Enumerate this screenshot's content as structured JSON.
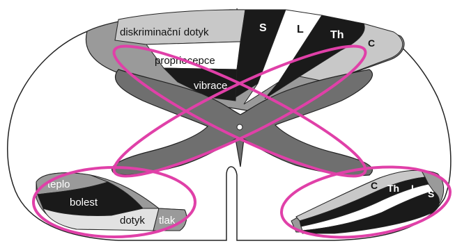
{
  "diagram": {
    "dorsal_column_labels": {
      "discriminative_touch": "diskriminační dotyk",
      "proprioception": "propriocepce",
      "vibration": "vibrace"
    },
    "dorsal_segments": [
      "S",
      "L",
      "Th",
      "C"
    ],
    "lateral_left_labels": {
      "temperature": "teplo",
      "pain": "bolest",
      "touch": "dotyk",
      "pressure": "tlak"
    },
    "lateral_right_segments": [
      "C",
      "Th",
      "L",
      "S"
    ],
    "colors": {
      "outline": "#222222",
      "white_matter": "#ffffff",
      "gray_matter": "#6f6f6f",
      "dark_band": "#1a1a1a",
      "mid_gray": "#9a9a9a",
      "light_gray": "#c8c8c8",
      "pale_gray": "#e2e2e2",
      "highlight": "#e040a8"
    }
  }
}
